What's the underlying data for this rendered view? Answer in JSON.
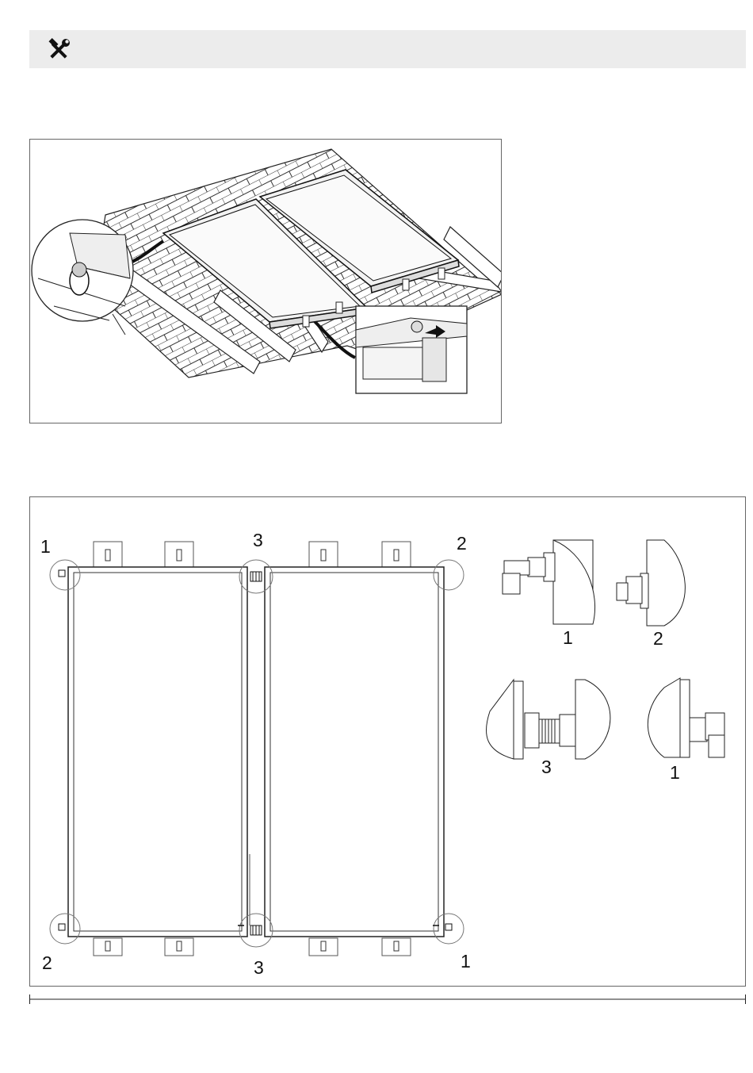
{
  "header": {
    "icon": "tools-icon"
  },
  "figure2": {
    "corner_labels": {
      "top_left": "1",
      "top_middle": "3",
      "top_right": "2",
      "bottom_left": "2",
      "bottom_middle": "3",
      "bottom_right": "1"
    },
    "detail_labels": {
      "detail_a": "1",
      "detail_b": "2",
      "detail_c": "3",
      "detail_d": "1"
    }
  }
}
